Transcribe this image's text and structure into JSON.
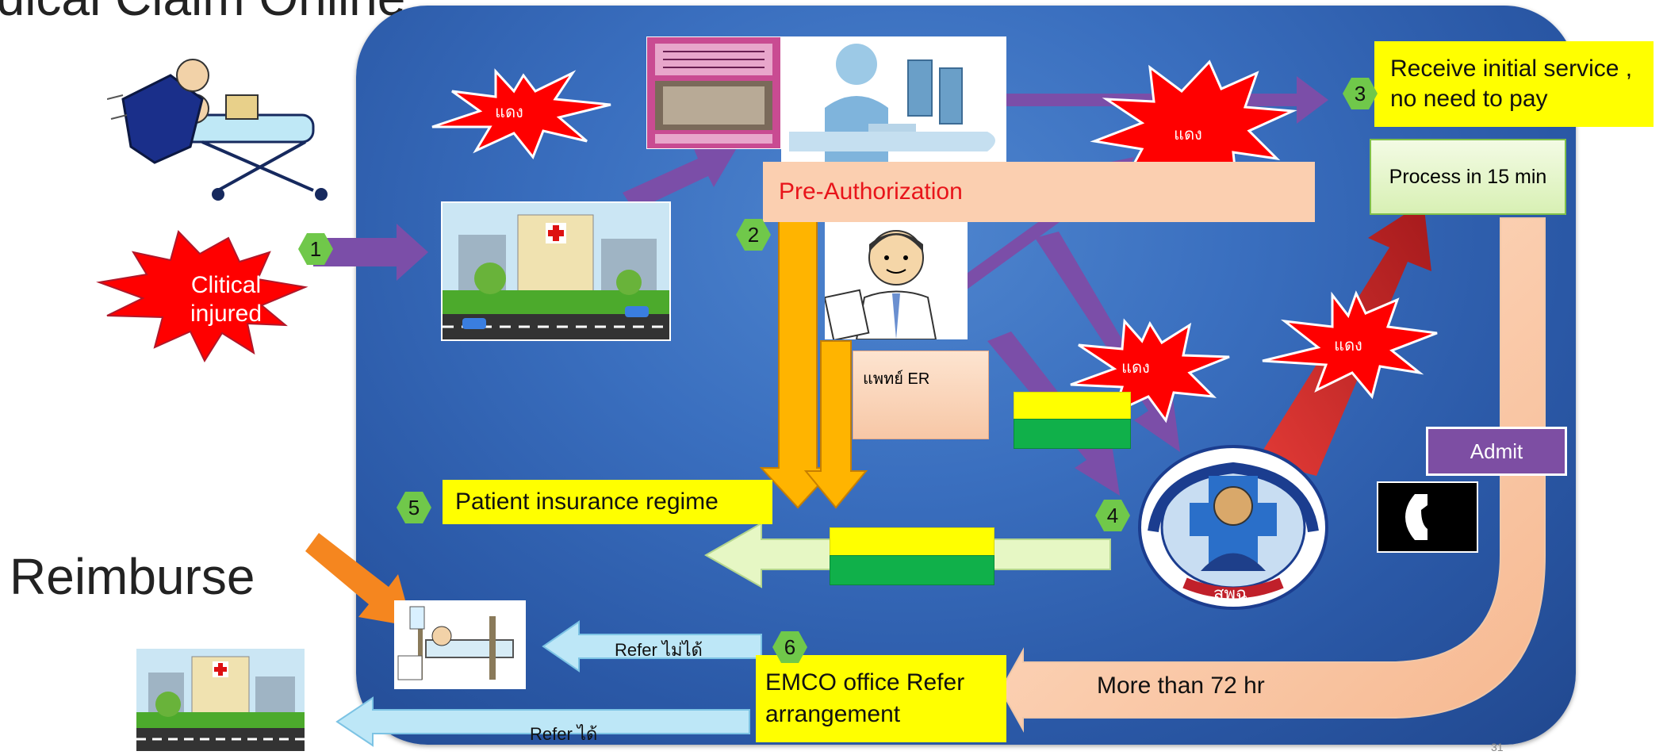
{
  "header": {
    "title": "edical Claim Online"
  },
  "side": {
    "reimburse": "Reimburse"
  },
  "bursts": {
    "critical": "Clitical injured",
    "red_top_left": "แดง",
    "red_top_mid": "แดง",
    "red_mid": "แดง",
    "red_right": "แดง"
  },
  "labels": {
    "receive": "Receive initial service , no need to pay",
    "process": "Process in 15 min",
    "pre_auth": "Pre-Authorization",
    "er_doctor": "แพทย์ ER",
    "patient_regime": "Patient insurance regime",
    "admit": "Admit",
    "emco": "EMCO office Refer arrangement",
    "more_than": "More than 72 hr",
    "refer_no": "Refer ไม่ได้",
    "refer_yes": "Refer ได้"
  },
  "steps": [
    "1",
    "2",
    "3",
    "4",
    "5",
    "6"
  ],
  "page_number": "31",
  "colors": {
    "panel": "#2f62b0",
    "purple_arrow": "#7b4ea8",
    "orange_arrow": "#ffb400",
    "red_arrow": "#c8282a",
    "peach": "#fbcfb0",
    "yellow": "#ffff00",
    "green": "#10b04a",
    "badge": "#70c84a",
    "admit": "#7d4ea3"
  },
  "icons": [
    "ambulance-stretcher-icon",
    "hospital-icon",
    "computer-operator-icon",
    "doctor-icon",
    "emergency-logo-icon",
    "phone-icon",
    "hospital-bed-icon",
    "manual-book-icon"
  ]
}
